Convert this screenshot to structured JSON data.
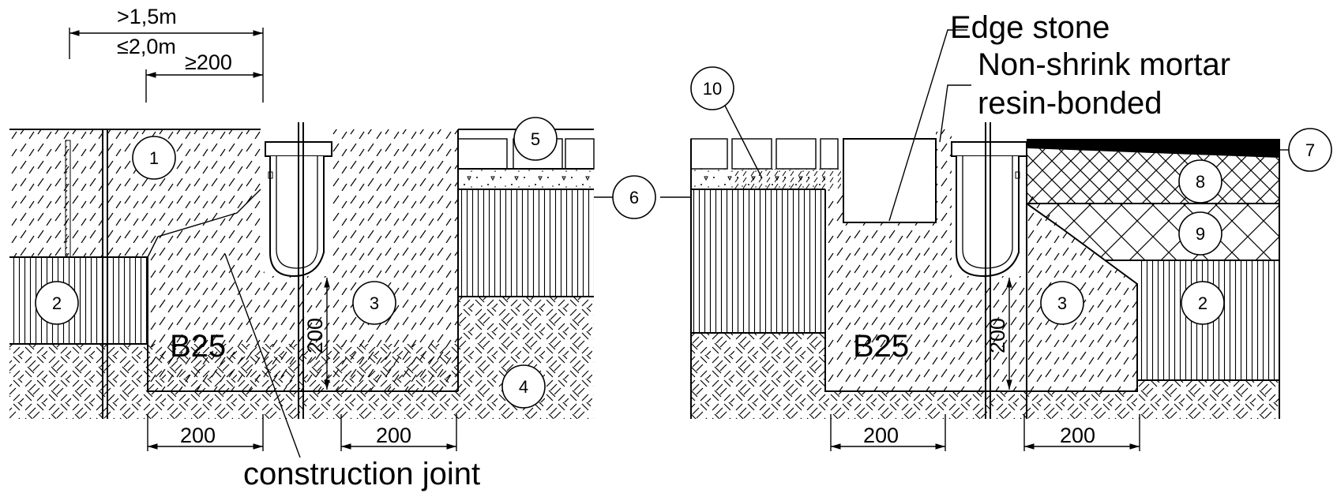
{
  "dimensions": {
    "top_span_min": ">1,5m",
    "top_span_max": "≤2,0m",
    "top_offset": "≥200",
    "left_bottom_1": "200",
    "left_bottom_2": "200",
    "left_depth": "200",
    "right_bottom_1": "200",
    "right_bottom_2": "200",
    "right_depth": "200"
  },
  "labels": {
    "construction_joint": "construction joint",
    "edge_stone": "Edge stone",
    "mortar_line1": "Non-shrink mortar",
    "mortar_line2": "resin-bonded",
    "concrete_left": "B25",
    "concrete_right": "B25"
  },
  "callouts": {
    "c1": "1",
    "c2_left": "2",
    "c3_left": "3",
    "c4": "4",
    "c5": "5",
    "c6": "6",
    "c7": "7",
    "c8": "8",
    "c9": "9",
    "c10": "10",
    "c2_right": "2",
    "c3_right": "3"
  }
}
